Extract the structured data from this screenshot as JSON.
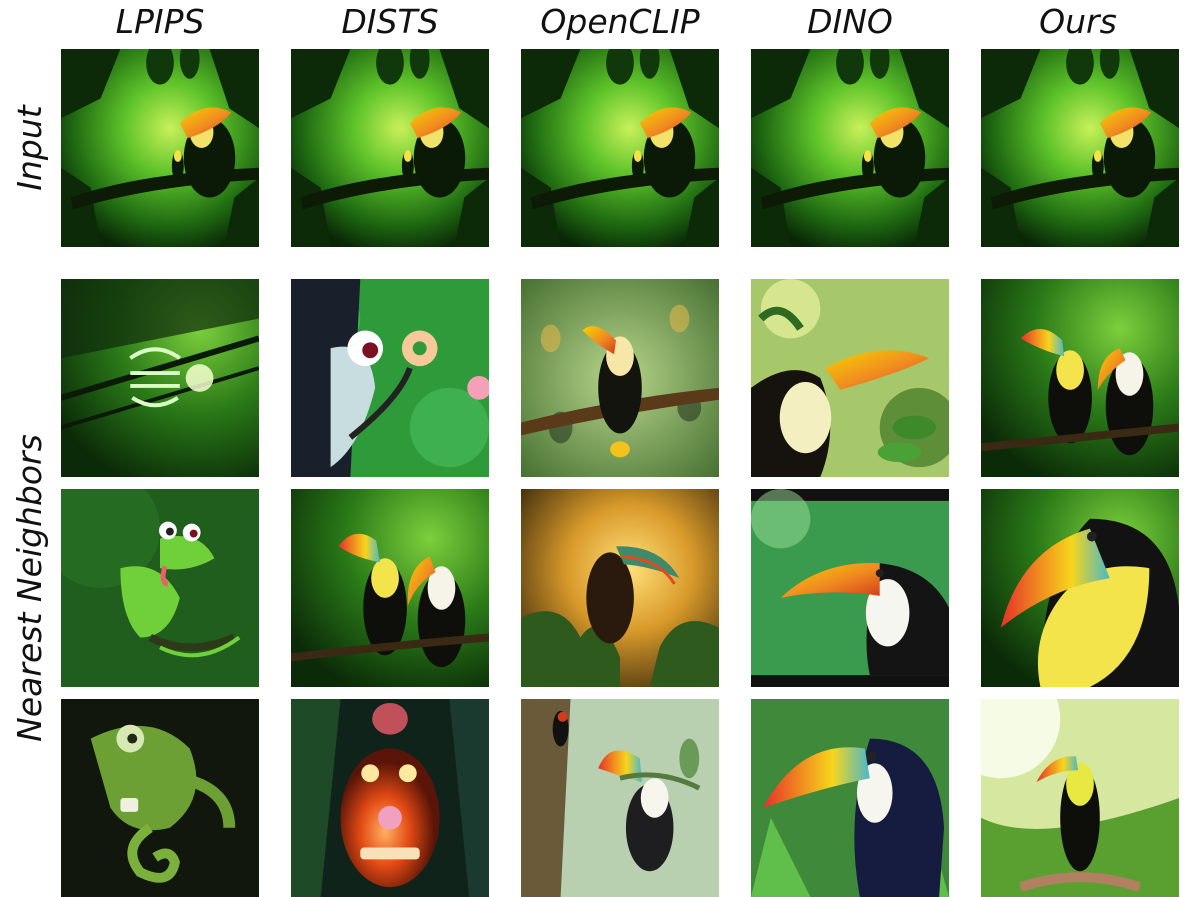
{
  "columns": [
    "LPIPS",
    "DISTS",
    "OpenCLIP",
    "DINO",
    "Ours"
  ],
  "row_labels": {
    "input": "Input",
    "neighbors": "Nearest Neighbors"
  },
  "images": {
    "input": "toucan-jungle-input-image",
    "LPIPS": [
      "neon-sign-green-image",
      "iguana-cartoon-image",
      "chameleon-teacup-image"
    ],
    "DISTS": [
      "cartoon-creature-donut-image",
      "two-toucans-image",
      "orange-hippo-monster-image"
    ],
    "OpenCLIP": [
      "toucan-on-branch-image",
      "toucan-golden-forest-image",
      "toucans-and-woodpecker-image"
    ],
    "DINO": [
      "toucan-leaves-painting-image",
      "toucan-flat-illustration-image",
      "toucan-rainbow-beak-image"
    ],
    "Ours": [
      "two-toucans-image",
      "toucan-closeup-image",
      "toucan-standing-image"
    ]
  },
  "colors": {
    "jungle_green": "#2f8f1e",
    "beak_yellow": "#f2c200",
    "beak_orange": "#f08020"
  }
}
